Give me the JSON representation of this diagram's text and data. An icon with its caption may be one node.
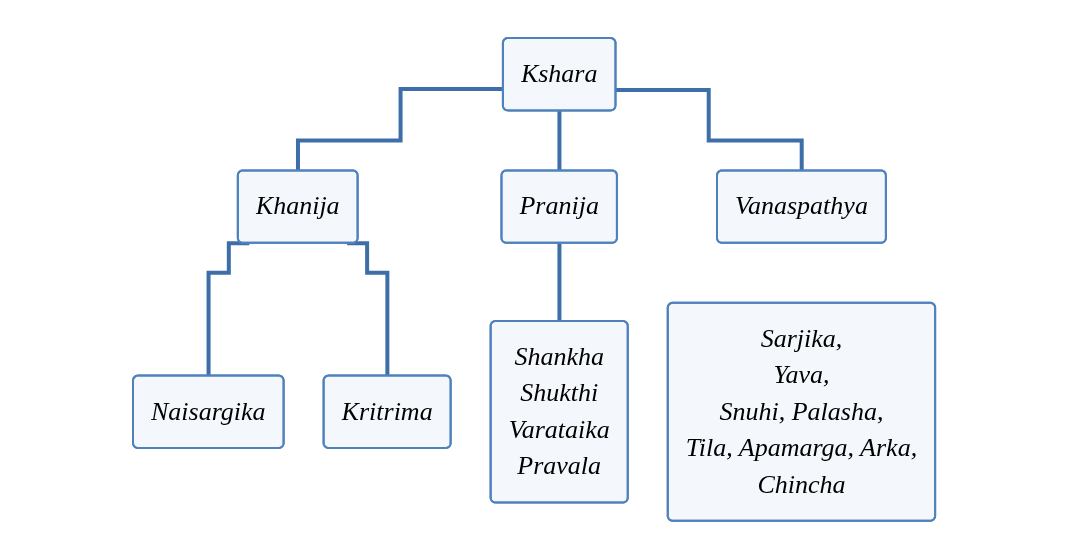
{
  "diagram": {
    "nodes": [
      {
        "text": [
          "Kshara"
        ]
      },
      {
        "text": [
          "Khanija"
        ]
      },
      {
        "text": [
          "Pranija"
        ]
      },
      {
        "text": [
          "Vanaspathya"
        ]
      },
      {
        "text": [
          "Naisargika"
        ]
      },
      {
        "text": [
          "Kritrima"
        ]
      },
      {
        "text": [
          "Shankha",
          "Shukthi",
          "Varataika",
          "Pravala"
        ]
      },
      {
        "text": [
          "Sarjika,",
          "Yava,",
          "Snuhi, Palasha,",
          "Tila, Apamarga, Arka,",
          "Chincha"
        ]
      }
    ],
    "edges": [
      {
        "from": 0,
        "to": 1,
        "arrow": "none"
      },
      {
        "from": 0,
        "to": 2,
        "arrow": "none"
      },
      {
        "from": 0,
        "to": 3,
        "arrow": "none"
      },
      {
        "from": 1,
        "to": 4,
        "arrow": "none"
      },
      {
        "from": 1,
        "to": 5,
        "arrow": "none"
      },
      {
        "from": 2,
        "to": 6,
        "arrow": "none"
      }
    ]
  }
}
